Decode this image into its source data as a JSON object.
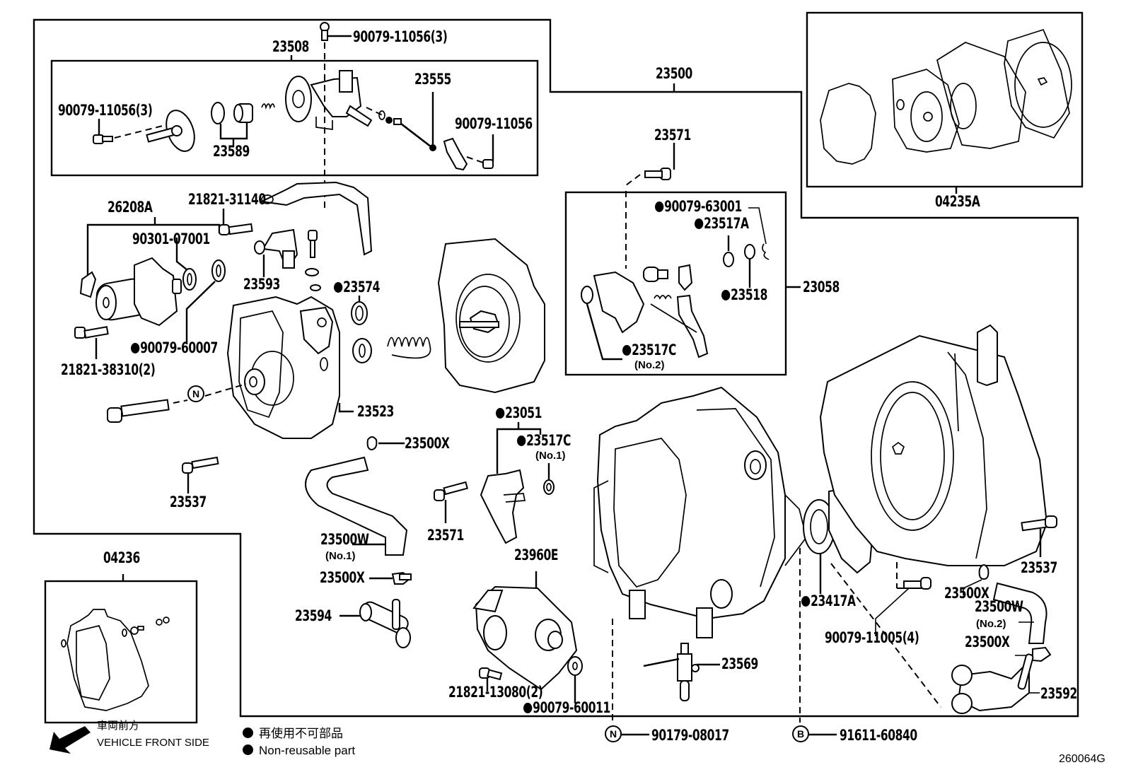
{
  "diagram": {
    "figure_id": "260064G",
    "assembly": "23500",
    "labels": {
      "p23508": "23508",
      "p90079_11056_3_top": "90079-11056(3)",
      "p90079_11056_3_left": "90079-11056(3)",
      "p23555": "23555",
      "p90079_11056": "90079-11056",
      "p23589": "23589",
      "p23500": "23500",
      "p04235A": "04235A",
      "p26208A": "26208A",
      "p21821_31140": "21821-31140",
      "p90301_07001": "90301-07001",
      "p23593": "23593",
      "p23574": "23574",
      "p90079_60007": "90079-60007",
      "p21821_38310_2": "21821-38310(2)",
      "p23523": "23523",
      "p23500X_top": "23500X",
      "p23537_left": "23537",
      "p23571_top": "23571",
      "p90079_63001": "90079-63001",
      "p23517A": "23517A",
      "p23518": "23518",
      "p23058": "23058",
      "p23517C_no2": "23517C",
      "p23051": "23051",
      "p23517C_no1": "23517C",
      "p23571_mid": "23571",
      "p23500W_no1": "23500W",
      "p23500X_mid": "23500X",
      "p23594": "23594",
      "p23960E": "23960E",
      "p21821_13080_2": "21821-13080(2)",
      "p90079_60011": "90079-60011",
      "p23569": "23569",
      "p23417A": "23417A",
      "p90079_11005_4": "90079-11005(4)",
      "p23537_right": "23537",
      "p23500X_right1": "23500X",
      "p23500W_no2": "23500W",
      "p23500X_right2": "23500X",
      "p23592": "23592",
      "p04236": "04236",
      "p90179_08017": "90179-08017",
      "p91611_60840": "91611-60840"
    },
    "sublabels": {
      "no1_a": "(No.1)",
      "no1_b": "(No.1)",
      "no2_a": "(No.2)",
      "no2_b": "(No.2)"
    },
    "callout_symbols": {
      "n_symbol": "N",
      "b_symbol": "B"
    },
    "non_reusable_parts": [
      "23574",
      "90079-60007",
      "90079-63001",
      "23517A",
      "23518",
      "23517C",
      "23051",
      "90079-60011",
      "23417A"
    ]
  },
  "legend": {
    "front_jp": "車両前方",
    "front_en": "VEHICLE FRONT SIDE",
    "nonreusable_jp": "再使用不可部品",
    "nonreusable_en": "Non-reusable part"
  }
}
